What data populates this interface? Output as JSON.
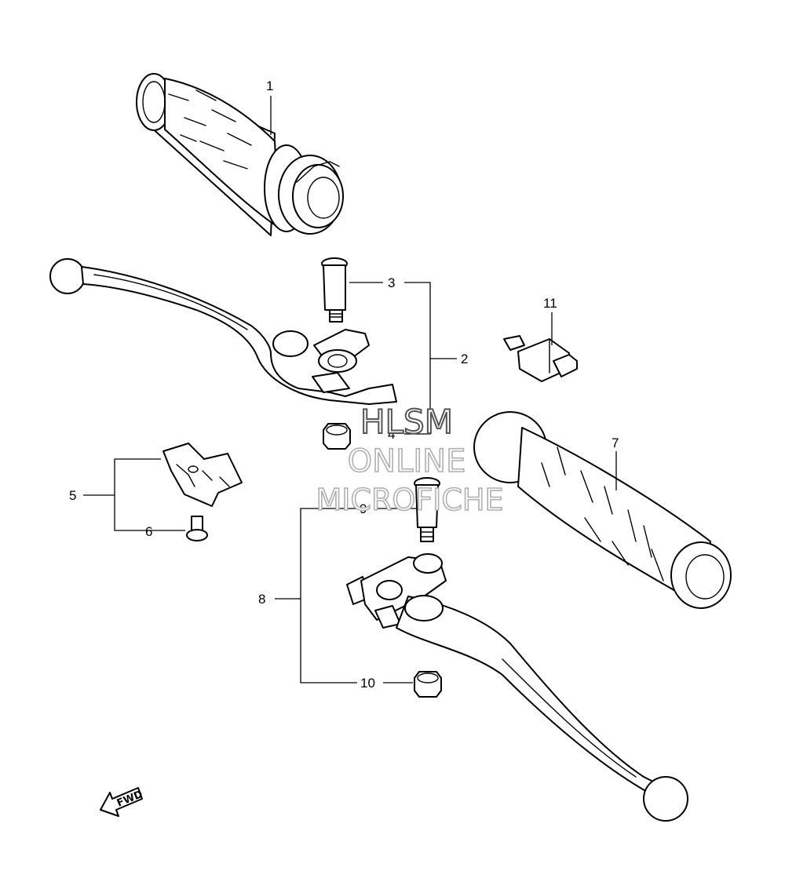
{
  "callouts": {
    "c1": "1",
    "c2": "2",
    "c3": "3",
    "c4": "4",
    "c5": "5",
    "c6": "6",
    "c7": "7",
    "c8": "8",
    "c9": "9",
    "c10": "10",
    "c11": "11"
  },
  "watermark": {
    "line1": "HLSM",
    "line2": "ONLINE",
    "line3": "MICROFICHE"
  },
  "fwd_label": "FWD",
  "colors": {
    "line": "#000000",
    "background": "#ffffff",
    "watermark_outline": "#b0b0b0"
  }
}
